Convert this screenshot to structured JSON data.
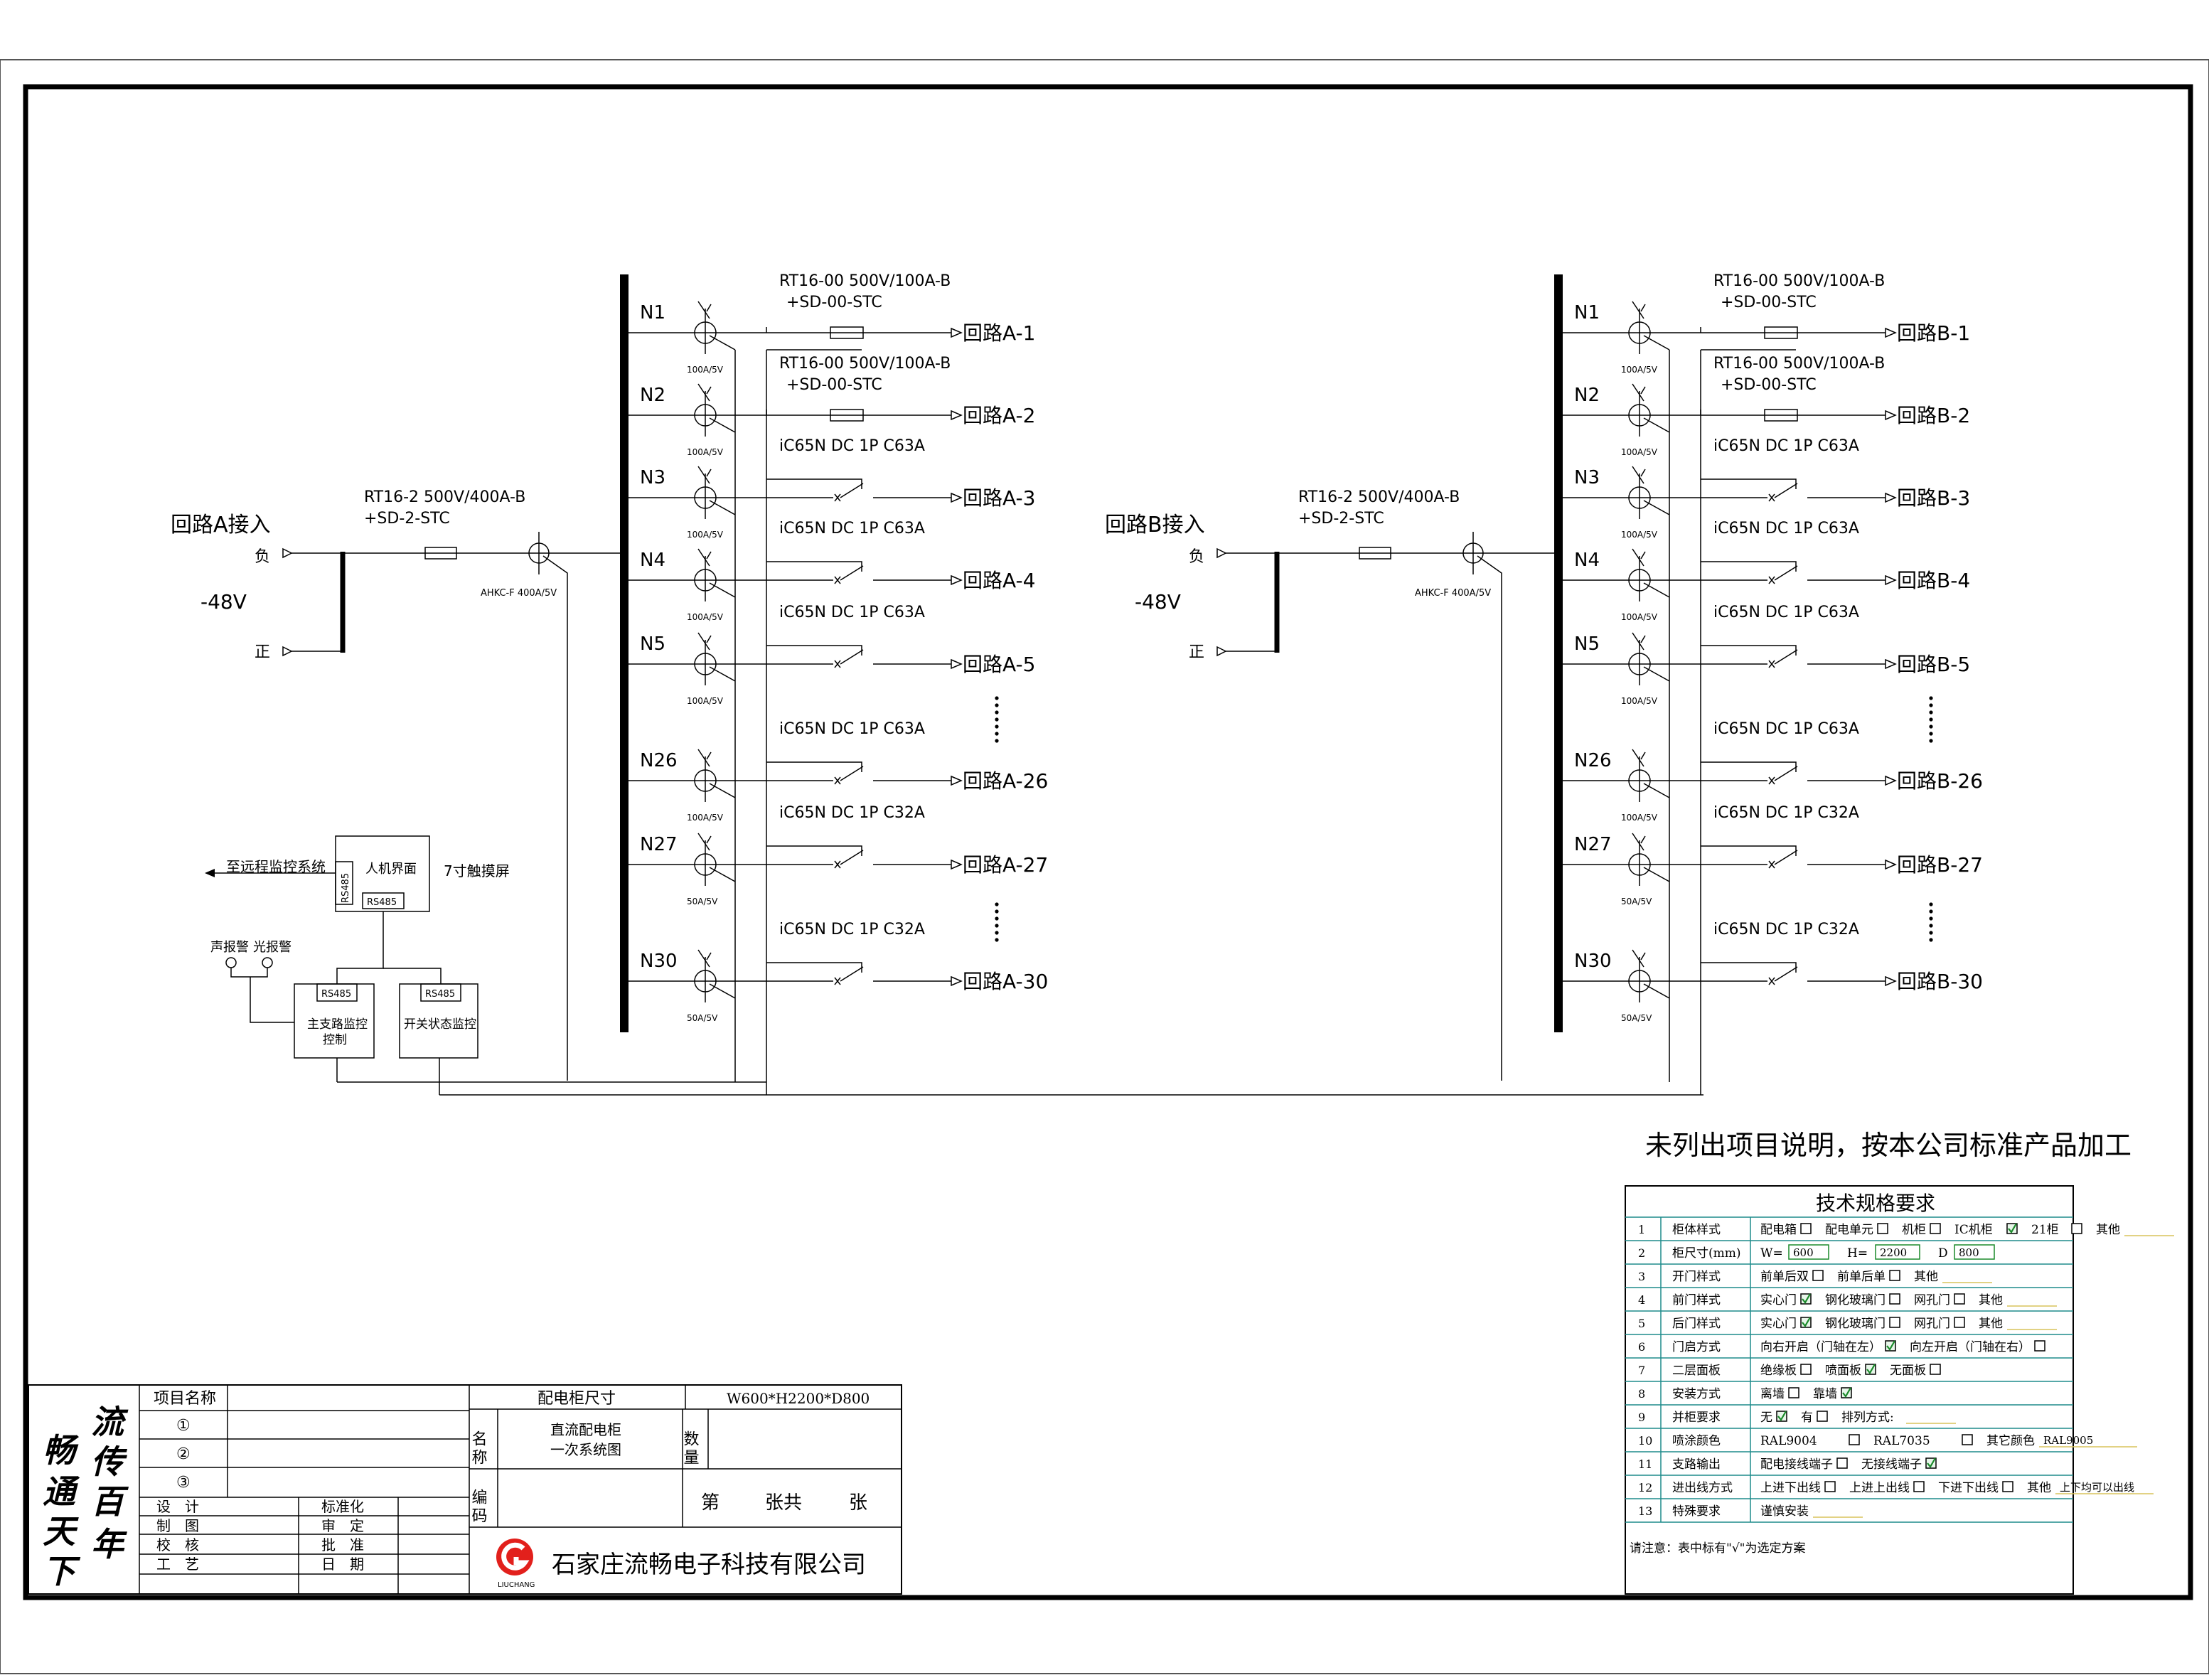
{
  "circuit_a": {
    "incoming_title": "回路A接入",
    "voltage": "-48V",
    "neg_label": "负",
    "pos_label": "正",
    "main_fuse_line1": "RT16-2 500V/400A-B",
    "main_fuse_line2": "+SD-2-STC",
    "main_ct_label": "AHKC-F 400A/5V",
    "branches": [
      {
        "node": "N1",
        "device_line1": "RT16-00 500V/100A-B",
        "device_line2": "+SD-00-STC",
        "ct": "100A/5V",
        "out": "回路A-1"
      },
      {
        "node": "N2",
        "device_line1": "RT16-00 500V/100A-B",
        "device_line2": "+SD-00-STC",
        "ct": "100A/5V",
        "out": "回路A-2"
      },
      {
        "node": "N3",
        "device_line1": "iC65N DC 1P C63A",
        "device_line2": "",
        "ct": "100A/5V",
        "out": "回路A-3"
      },
      {
        "node": "N4",
        "device_line1": "iC65N DC 1P C63A",
        "device_line2": "",
        "ct": "100A/5V",
        "out": "回路A-4"
      },
      {
        "node": "N5",
        "device_line1": "iC65N DC 1P C63A",
        "device_line2": "",
        "ct": "100A/5V",
        "out": "回路A-5"
      },
      {
        "node": "N26",
        "device_line1": "iC65N DC 1P C63A",
        "device_line2": "",
        "ct": "100A/5V",
        "out": "回路A-26"
      },
      {
        "node": "N27",
        "device_line1": "iC65N DC 1P C32A",
        "device_line2": "",
        "ct": "50A/5V",
        "out": "回路A-27"
      },
      {
        "node": "N30",
        "device_line1": "iC65N DC 1P C32A",
        "device_line2": "",
        "ct": "50A/5V",
        "out": "回路A-30"
      }
    ]
  },
  "circuit_b": {
    "incoming_title": "回路B接入",
    "voltage": "-48V",
    "neg_label": "负",
    "pos_label": "正",
    "main_fuse_line1": "RT16-2 500V/400A-B",
    "main_fuse_line2": "+SD-2-STC",
    "main_ct_label": "AHKC-F 400A/5V",
    "branches": [
      {
        "node": "N1",
        "device_line1": "RT16-00 500V/100A-B",
        "device_line2": "+SD-00-STC",
        "ct": "100A/5V",
        "out": "回路B-1"
      },
      {
        "node": "N2",
        "device_line1": "RT16-00 500V/100A-B",
        "device_line2": "+SD-00-STC",
        "ct": "100A/5V",
        "out": "回路B-2"
      },
      {
        "node": "N3",
        "device_line1": "iC65N DC 1P C63A",
        "device_line2": "",
        "ct": "100A/5V",
        "out": "回路B-3"
      },
      {
        "node": "N4",
        "device_line1": "iC65N DC 1P C63A",
        "device_line2": "",
        "ct": "100A/5V",
        "out": "回路B-4"
      },
      {
        "node": "N5",
        "device_line1": "iC65N DC 1P C63A",
        "device_line2": "",
        "ct": "100A/5V",
        "out": "回路B-5"
      },
      {
        "node": "N26",
        "device_line1": "iC65N DC 1P C63A",
        "device_line2": "",
        "ct": "100A/5V",
        "out": "回路B-26"
      },
      {
        "node": "N27",
        "device_line1": "iC65N DC 1P C32A",
        "device_line2": "",
        "ct": "50A/5V",
        "out": "回路B-27"
      },
      {
        "node": "N30",
        "device_line1": "iC65N DC 1P C32A",
        "device_line2": "",
        "ct": "50A/5V",
        "out": "回路B-30"
      }
    ]
  },
  "monitor": {
    "remote_label": "至远程监控系统",
    "hmi_label": "人机界面",
    "rs485": "RS485",
    "touch_label": "7寸触摸屏",
    "sound_alarm": "声报警",
    "light_alarm": "光报警",
    "main_monitor_line1": "主支路监控",
    "main_monitor_line2": "控制",
    "switch_monitor": "开关状态监控"
  },
  "notice": "未列出项目说明，按本公司标准产品加工",
  "spec_table": {
    "title": "技术规格要求",
    "footnote": "请注意：表中标有\"√\"为选定方案",
    "rows": [
      {
        "no": "1",
        "name": "柜体样式",
        "items": [
          {
            "t": "配电箱",
            "c": false
          },
          {
            "t": "配电单元",
            "c": false
          },
          {
            "t": "机柜",
            "c": false
          },
          {
            "t": "IC机柜",
            "c": true
          },
          {
            "t": "21柜",
            "c": false
          },
          {
            "t": "其他",
            "c": null
          }
        ]
      },
      {
        "no": "2",
        "name": "柜尺寸(mm)",
        "items": [
          {
            "t": "W=",
            "v": "600"
          },
          {
            "t": "H=",
            "v": "2200"
          },
          {
            "t": "D",
            "v": "800"
          }
        ]
      },
      {
        "no": "3",
        "name": "开门样式",
        "items": [
          {
            "t": "前单后双",
            "c": false
          },
          {
            "t": "前单后单",
            "c": false
          },
          {
            "t": "其他",
            "c": null
          }
        ]
      },
      {
        "no": "4",
        "name": "前门样式",
        "items": [
          {
            "t": "实心门",
            "c": true
          },
          {
            "t": "钢化玻璃门",
            "c": false
          },
          {
            "t": "网孔门",
            "c": false
          },
          {
            "t": "其他",
            "c": null
          }
        ]
      },
      {
        "no": "5",
        "name": "后门样式",
        "items": [
          {
            "t": "实心门",
            "c": true
          },
          {
            "t": "钢化玻璃门",
            "c": false
          },
          {
            "t": "网孔门",
            "c": false
          },
          {
            "t": "其他",
            "c": null
          }
        ]
      },
      {
        "no": "6",
        "name": "门启方式",
        "items": [
          {
            "t": "向右开启（门轴在左）",
            "c": true
          },
          {
            "t": "向左开启（门轴在右）",
            "c": false
          }
        ]
      },
      {
        "no": "7",
        "name": "二层面板",
        "items": [
          {
            "t": "绝缘板",
            "c": false
          },
          {
            "t": "喷面板",
            "c": true
          },
          {
            "t": "无面板",
            "c": false
          }
        ]
      },
      {
        "no": "8",
        "name": "安装方式",
        "items": [
          {
            "t": "离墙",
            "c": false
          },
          {
            "t": "靠墙",
            "c": true
          }
        ]
      },
      {
        "no": "9",
        "name": "并柜要求",
        "items": [
          {
            "t": "无",
            "c": true
          },
          {
            "t": "有",
            "c": false
          },
          {
            "t": "排列方式:",
            "c": null
          }
        ]
      },
      {
        "no": "10",
        "name": "喷涂颜色",
        "items": [
          {
            "t": "RAL9004",
            "c": false
          },
          {
            "t": "RAL7035",
            "c": false
          },
          {
            "t": "其它颜色",
            "v": "RAL9005"
          }
        ]
      },
      {
        "no": "11",
        "name": "支路输出",
        "items": [
          {
            "t": "配电接线端子",
            "c": false
          },
          {
            "t": "无接线端子",
            "c": true
          }
        ]
      },
      {
        "no": "12",
        "name": "进出线方式",
        "items": [
          {
            "t": "上进下出线",
            "c": false
          },
          {
            "t": "上进上出线",
            "c": false
          },
          {
            "t": "下进下出线",
            "c": false
          },
          {
            "t": "其他",
            "v": "上下均可以出线"
          }
        ]
      },
      {
        "no": "13",
        "name": "特殊要求",
        "items": [
          {
            "t": "谨慎安装",
            "c": null
          }
        ]
      }
    ]
  },
  "title_block": {
    "slogan": [
      "流",
      "传",
      "百",
      "年",
      "畅",
      "通",
      "天",
      "下"
    ],
    "project_name": "项目名称",
    "nums": [
      "①",
      "②",
      "③"
    ],
    "cabinet_size_label": "配电柜尺寸",
    "cabinet_size": "W600*H2200*D800",
    "name_label": "名称",
    "drawing_name_line1": "直流配电柜",
    "drawing_name_line2": "一次系统图",
    "qty_label": "数量",
    "code_label": "编码",
    "sheet_text": [
      "第",
      "张共",
      "张"
    ],
    "roles": [
      [
        "设　计",
        "标准化"
      ],
      [
        "制　图",
        "审　定"
      ],
      [
        "校　核",
        "批　准"
      ],
      [
        "工　艺",
        "日　期"
      ]
    ],
    "company": "石家庄流畅电子科技有限公司",
    "logo_sub": "LIUCHANG"
  }
}
